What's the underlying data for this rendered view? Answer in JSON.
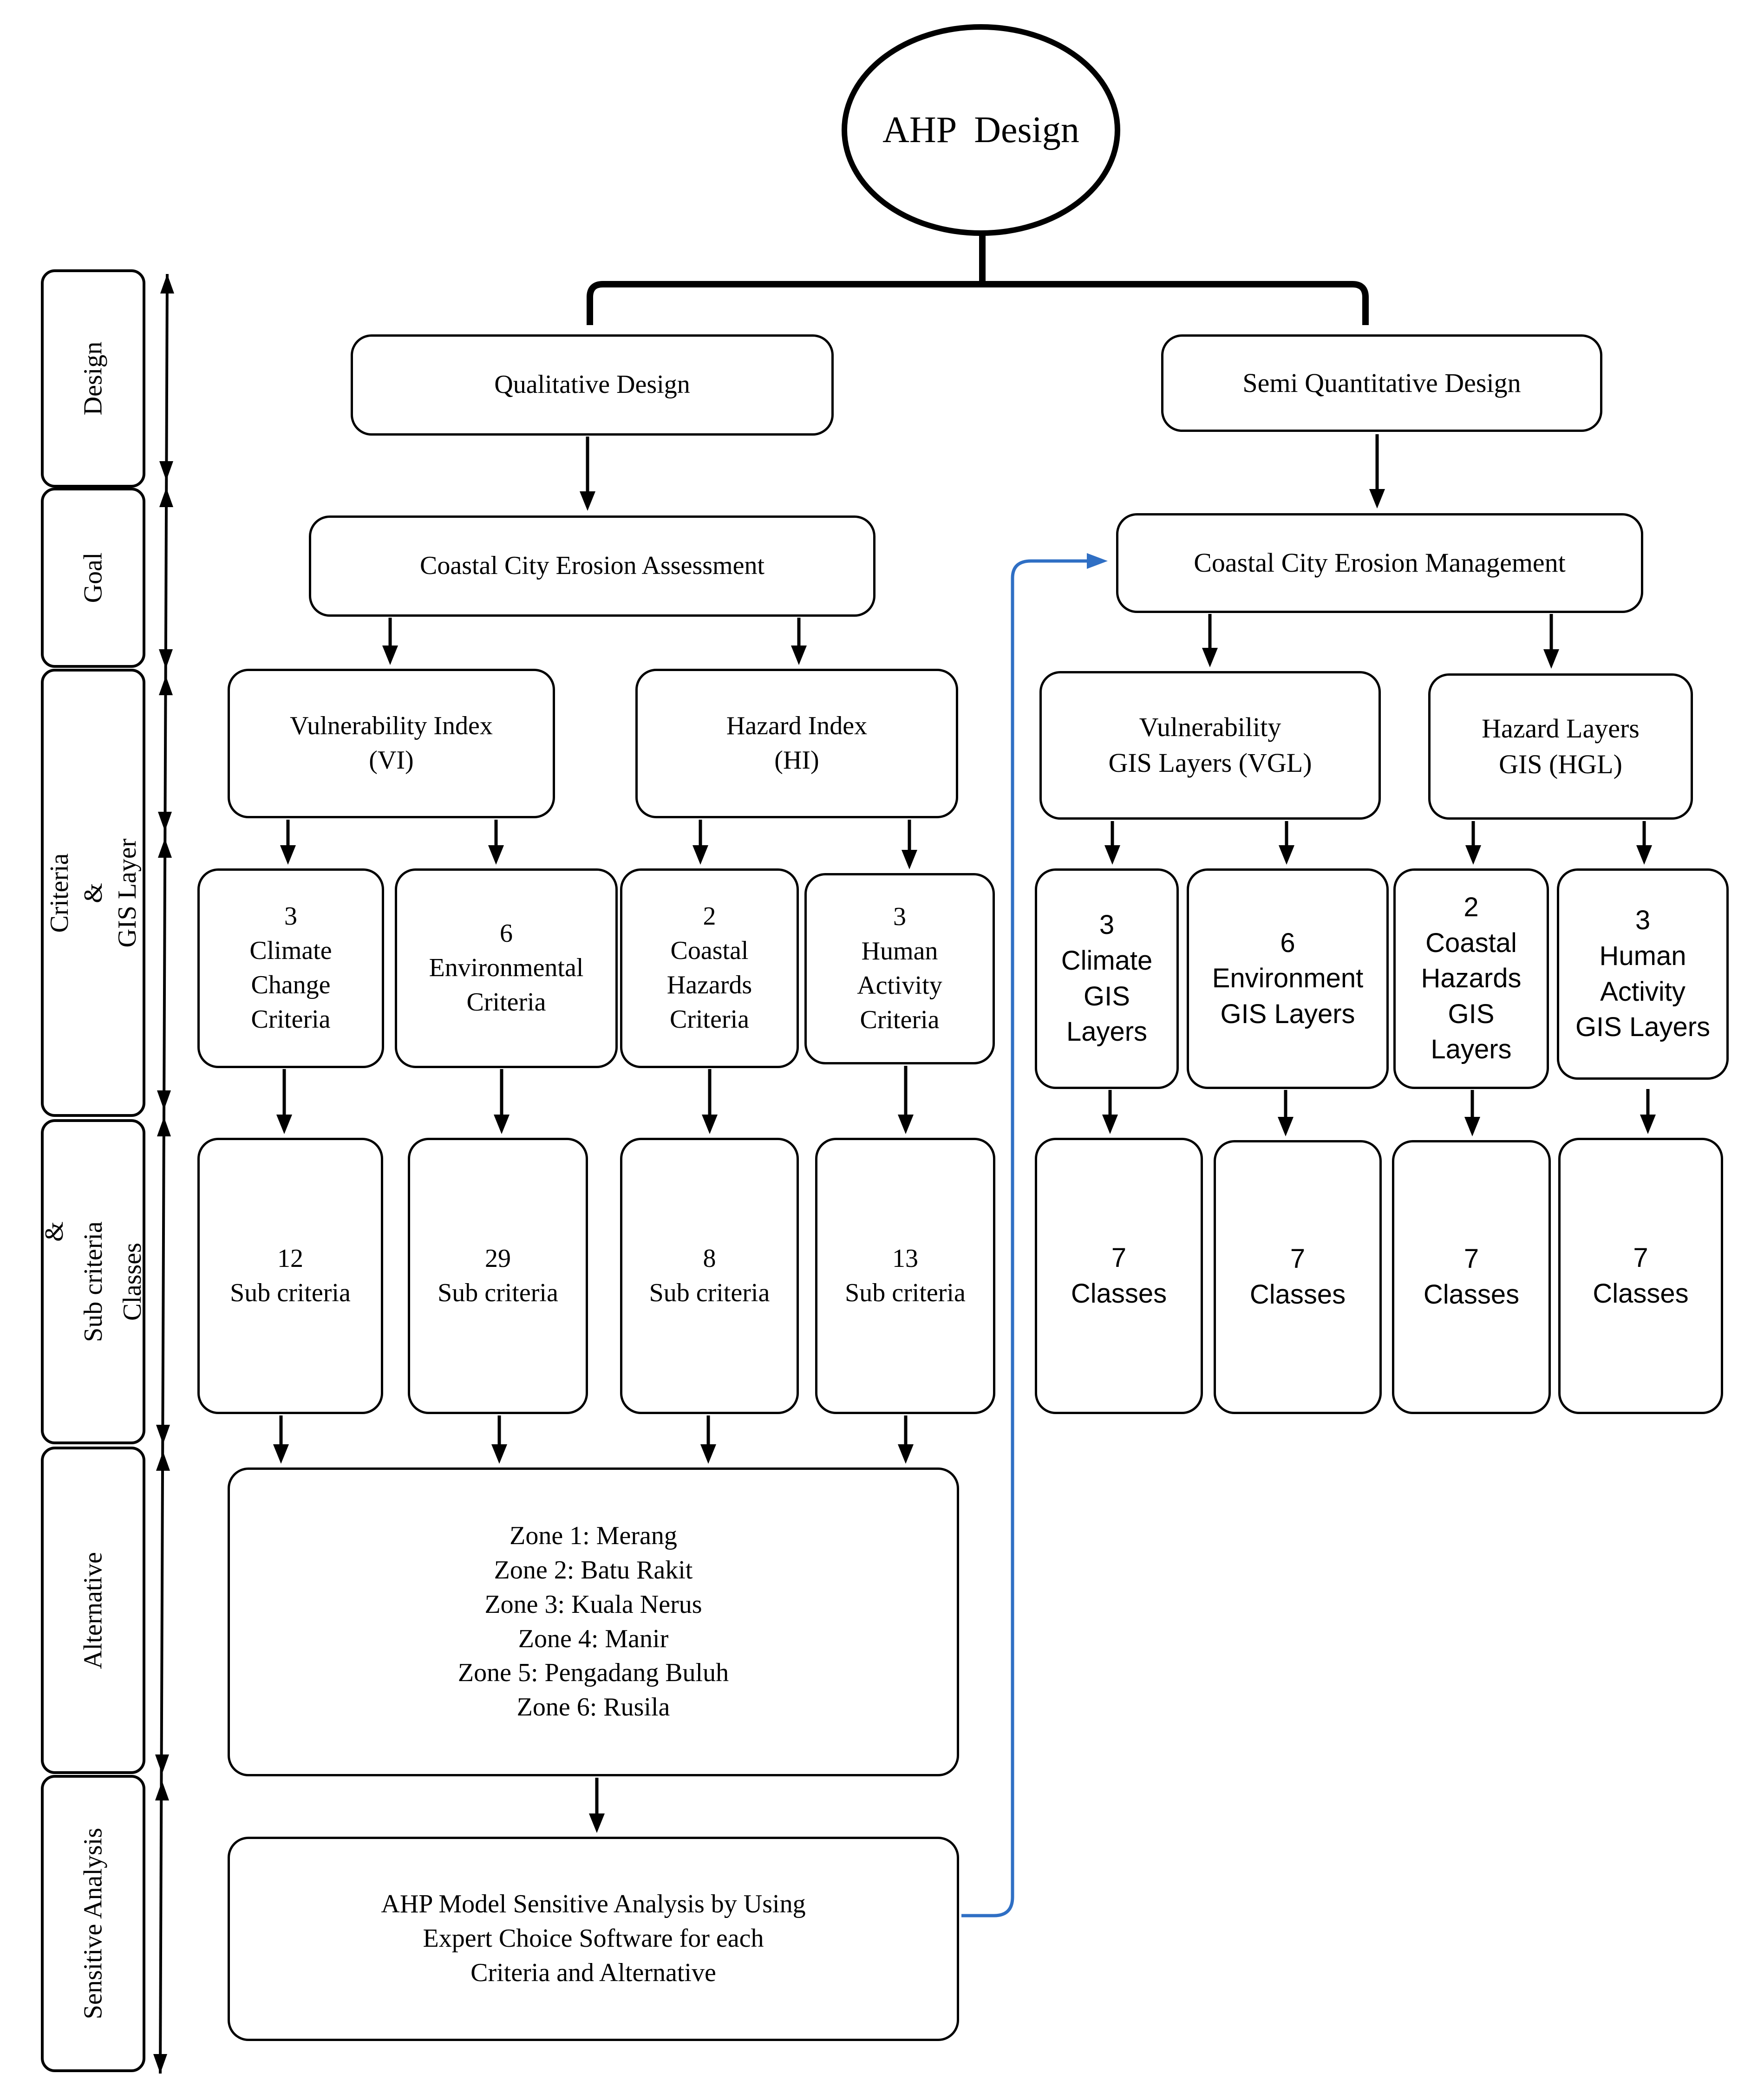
{
  "root": {
    "title": "AHP  Design"
  },
  "sidebar": {
    "design": "Design",
    "goal": "Goal",
    "criteria": [
      "Criteria",
      "&",
      "GIS Layer"
    ],
    "subcriteria": [
      "&",
      "Sub criteria",
      "Classes"
    ],
    "alternative": "Alternative",
    "sensitive": "Sensitive Analysis"
  },
  "qualitative": {
    "design": "Qualitative Design",
    "goal": "Coastal City Erosion Assessment",
    "vi": [
      "Vulnerability Index",
      "(VI)"
    ],
    "hi": [
      "Hazard Index",
      "(HI)"
    ],
    "criteria": [
      [
        "3",
        "Climate",
        "Change",
        "Criteria"
      ],
      [
        "6",
        "Environmental",
        "Criteria"
      ],
      [
        "2",
        "Coastal",
        "Hazards",
        "Criteria"
      ],
      [
        "3",
        "Human",
        "Activity",
        "Criteria"
      ]
    ],
    "subcriteria": [
      [
        "12",
        "Sub criteria"
      ],
      [
        "29",
        "Sub criteria"
      ],
      [
        "8",
        "Sub criteria"
      ],
      [
        "13",
        "Sub criteria"
      ]
    ],
    "alternatives": [
      "Zone 1: Merang",
      "Zone 2: Batu Rakit",
      "Zone 3: Kuala Nerus",
      "Zone 4: Manir",
      "Zone 5: Pengadang Buluh",
      "Zone 6: Rusila"
    ],
    "sensitive": [
      "AHP Model Sensitive Analysis by Using",
      "Expert Choice Software for each",
      "Criteria and Alternative"
    ]
  },
  "semi": {
    "design": "Semi Quantitative Design",
    "goal": "Coastal City Erosion Management",
    "vgl": [
      "Vulnerability",
      "GIS Layers (VGL)"
    ],
    "hgl": [
      "Hazard Layers",
      "GIS (HGL)"
    ],
    "layers": [
      [
        "3",
        "Climate",
        "GIS",
        "Layers"
      ],
      [
        "6",
        "Environment",
        "GIS Layers"
      ],
      [
        "2",
        "Coastal",
        "Hazards",
        "GIS",
        "Layers"
      ],
      [
        "3",
        "Human",
        "Activity",
        "GIS Layers"
      ]
    ],
    "classes": [
      [
        "7",
        "Classes"
      ],
      [
        "7",
        "Classes"
      ],
      [
        "7",
        "Classes"
      ],
      [
        "7",
        "Classes"
      ]
    ]
  },
  "colors": {
    "stroke": "#000000",
    "link": "#2f6fc4"
  }
}
